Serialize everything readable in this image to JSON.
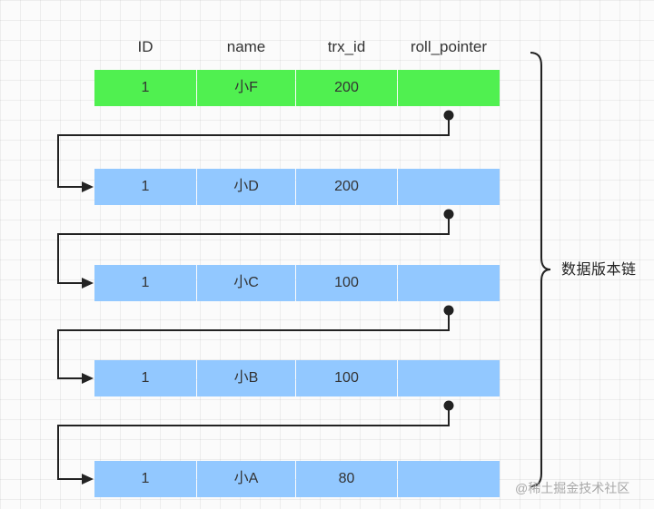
{
  "headers": [
    "ID",
    "name",
    "trx_id",
    "roll_pointer"
  ],
  "rows": [
    {
      "id": "1",
      "name": "小F",
      "trx_id": "200",
      "roll_pointer": "",
      "color": "#50f050"
    },
    {
      "id": "1",
      "name": "小D",
      "trx_id": "200",
      "roll_pointer": "",
      "color": "#92c8ff"
    },
    {
      "id": "1",
      "name": "小C",
      "trx_id": "100",
      "roll_pointer": "",
      "color": "#92c8ff"
    },
    {
      "id": "1",
      "name": "小B",
      "trx_id": "100",
      "roll_pointer": "",
      "color": "#92c8ff"
    },
    {
      "id": "1",
      "name": "小A",
      "trx_id": "80",
      "roll_pointer": "",
      "color": "#92c8ff"
    }
  ],
  "chain_label": "数据版本链",
  "watermark": "@稀土掘金技术社区",
  "colors": {
    "line": "#222222",
    "current_row": "#50f050",
    "history_row": "#92c8ff"
  }
}
